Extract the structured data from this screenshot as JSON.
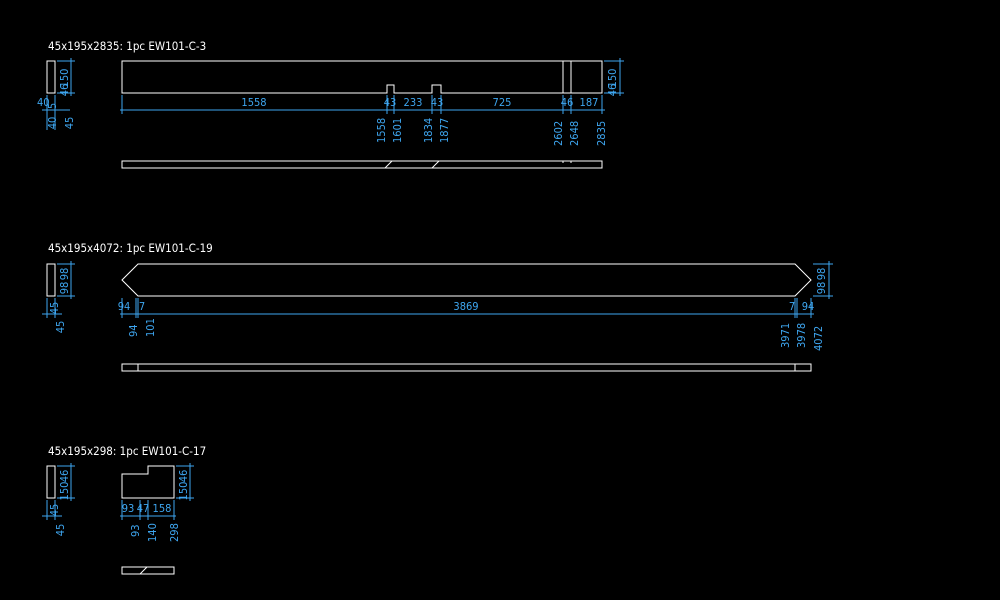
{
  "parts": [
    {
      "title": "45x195x2835: 1pc EW101-C-3",
      "side_dims": [
        "150",
        "46",
        "40",
        "5",
        "45"
      ],
      "right_dims": [
        "150",
        "46"
      ],
      "h_dims": [
        "1558",
        "43",
        "233",
        "43",
        "725",
        "46",
        "187"
      ],
      "v_dims": [
        "1558",
        "1601",
        "1834",
        "1877",
        "2602",
        "2648",
        "2835"
      ]
    },
    {
      "title": "45x195x4072: 1pc EW101-C-19",
      "side_dims": [
        "98",
        "98",
        "45",
        "45"
      ],
      "right_dims": [
        "98",
        "98"
      ],
      "h_dims": [
        "94",
        "7",
        "3869",
        "7",
        "94"
      ],
      "v_dims": [
        "94",
        "101",
        "3971",
        "3978",
        "4072"
      ]
    },
    {
      "title": "45x195x298: 1pc EW101-C-17",
      "side_dims": [
        "150",
        "46",
        "45",
        "45"
      ],
      "right_dims": [
        "150",
        "46"
      ],
      "h_dims": [
        "93",
        "47",
        "158"
      ],
      "v_dims": [
        "93",
        "140",
        "298"
      ]
    }
  ],
  "colors": {
    "background": "#000000",
    "outline": "#ffffff",
    "dimension": "#3ea6f0"
  }
}
